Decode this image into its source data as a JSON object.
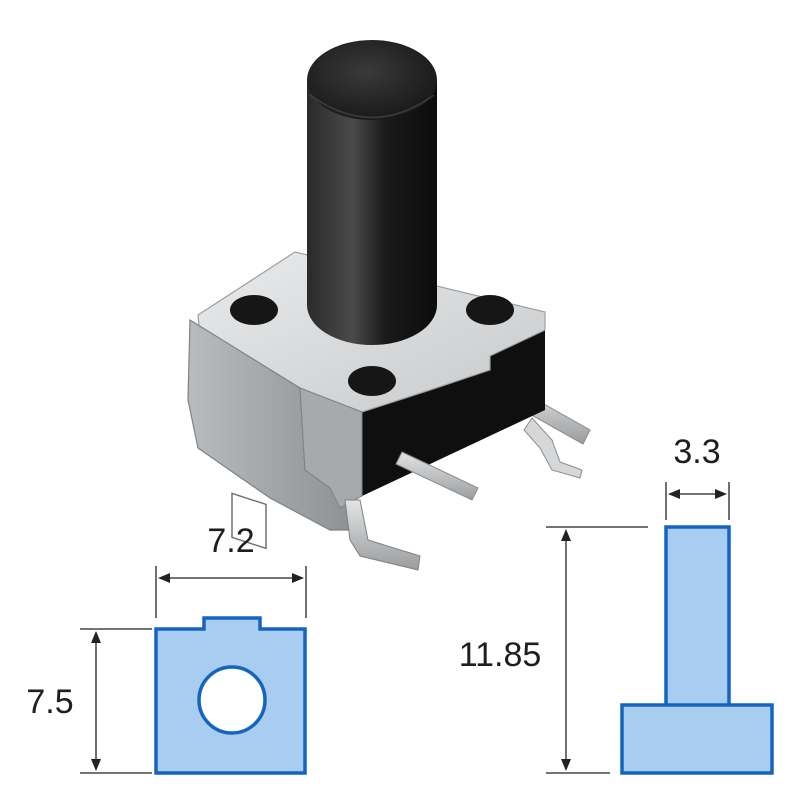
{
  "dimensions": {
    "front_width": "7.2",
    "front_height": "7.5",
    "side_plunger_width": "3.3",
    "side_total_height": "11.85"
  },
  "colors": {
    "outline": "#1565c0",
    "fill": "#a8cdf0",
    "dimension_line": "#222222",
    "plunger": "#1c1c1c",
    "metal": "#c9ccce"
  }
}
